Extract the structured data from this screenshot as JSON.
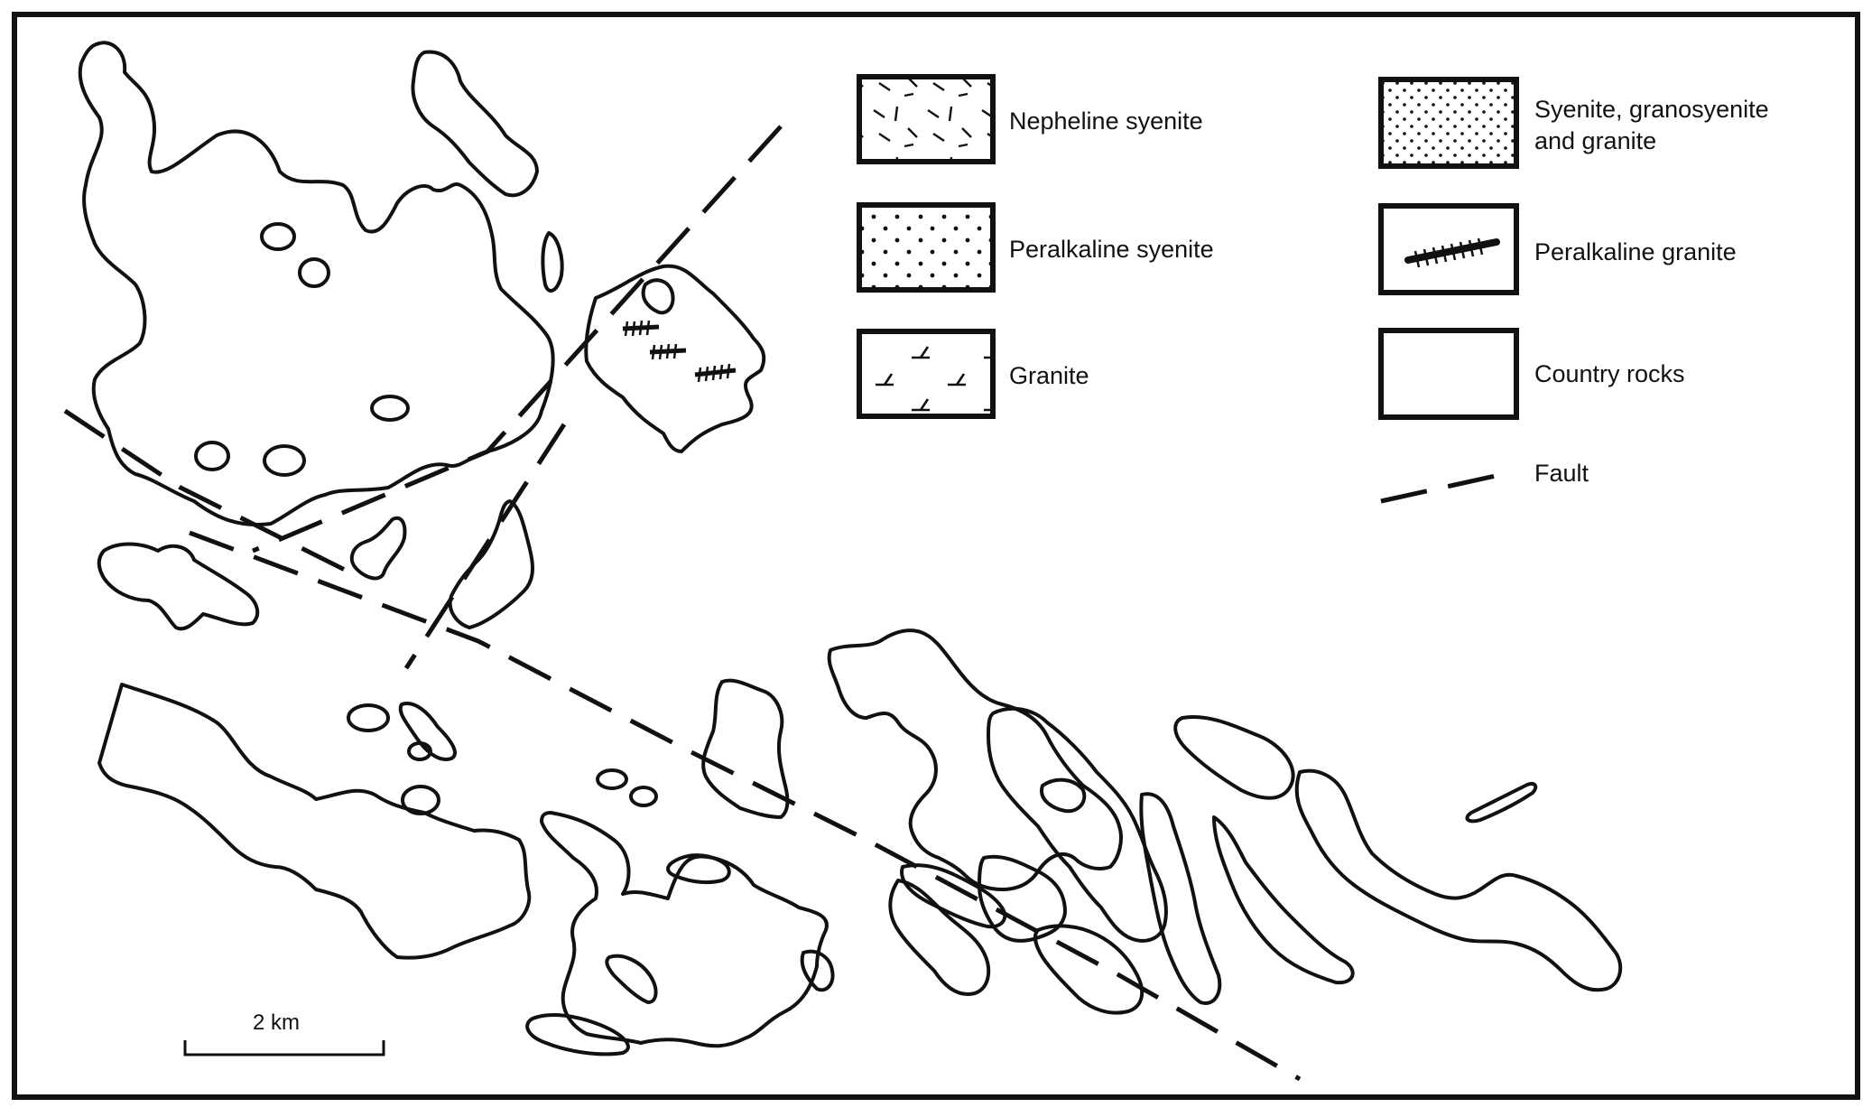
{
  "legend": {
    "items": [
      {
        "key": "nepheline_syenite",
        "label": "Nepheline syenite"
      },
      {
        "key": "peralkaline_syenite",
        "label": "Peralkaline syenite"
      },
      {
        "key": "granite",
        "label": "Granite"
      },
      {
        "key": "syenite_granosyenite_granite",
        "label_line1": "Syenite, granosyenite",
        "label_line2": "and granite"
      },
      {
        "key": "peralkaline_granite",
        "label": "Peralkaline granite"
      },
      {
        "key": "country_rocks",
        "label": "Country rocks"
      },
      {
        "key": "fault",
        "label": "Fault"
      }
    ]
  },
  "scale_bar": {
    "label": "2 km"
  },
  "colors": {
    "ink": "#111111",
    "paper": "#ffffff"
  }
}
